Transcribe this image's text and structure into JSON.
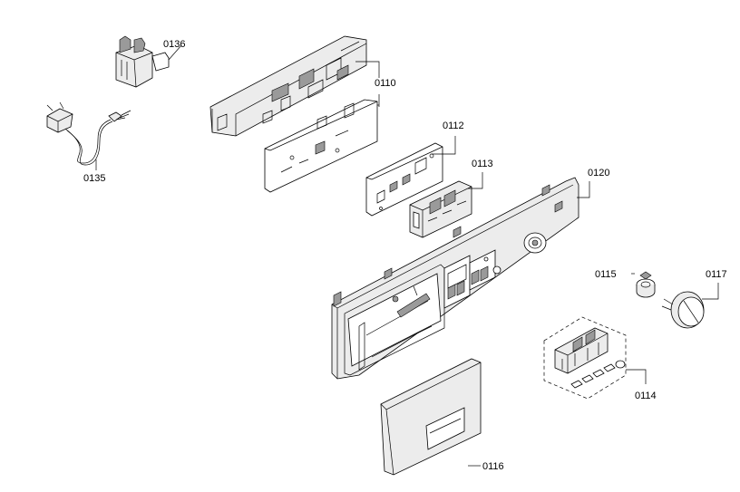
{
  "parts": [
    {
      "id": "p0136",
      "label": "0136"
    },
    {
      "id": "p0110",
      "label": "0110"
    },
    {
      "id": "p0112",
      "label": "0112"
    },
    {
      "id": "p0113",
      "label": "0113"
    },
    {
      "id": "p0135",
      "label": "0135"
    },
    {
      "id": "p0120",
      "label": "0120"
    },
    {
      "id": "p0115",
      "label": "0115"
    },
    {
      "id": "p0117",
      "label": "0117"
    },
    {
      "id": "p0114",
      "label": "0114"
    },
    {
      "id": "p0116",
      "label": "0116"
    }
  ]
}
